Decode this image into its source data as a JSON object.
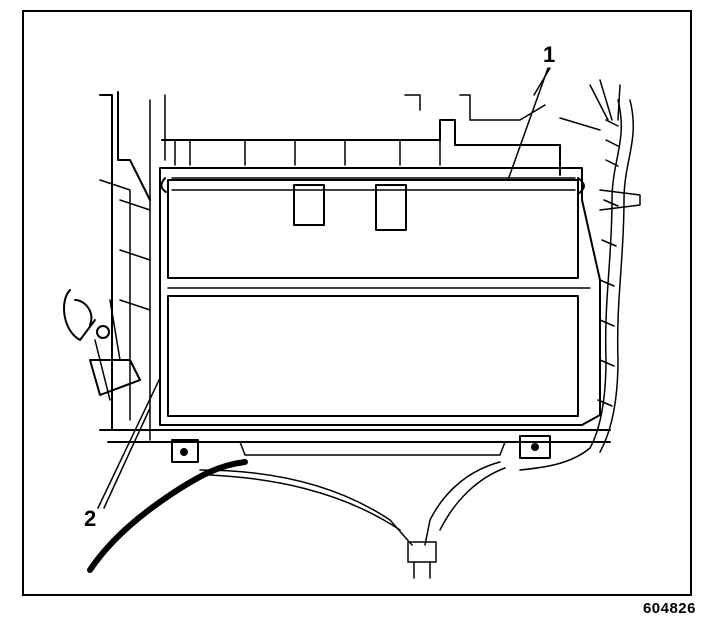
{
  "diagram": {
    "callouts": [
      {
        "id": "1",
        "label": "1"
      },
      {
        "id": "2",
        "label": "2"
      }
    ],
    "figure_number": "604826",
    "line_color": "#000000",
    "background": "#ffffff"
  }
}
